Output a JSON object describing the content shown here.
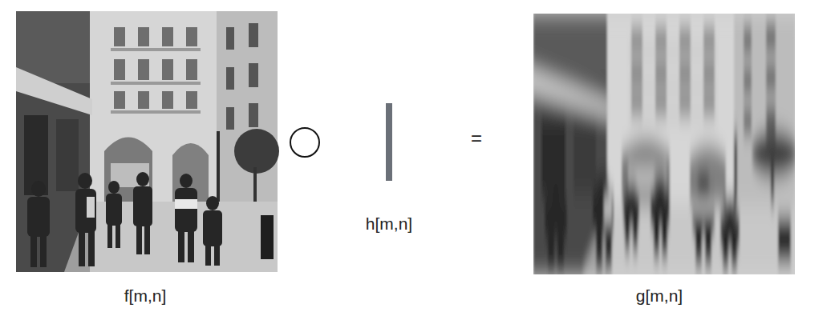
{
  "diagram": {
    "labels": [
      "f[m,n]",
      "h[m,n]",
      "=",
      "g[m,n]"
    ]
  }
}
